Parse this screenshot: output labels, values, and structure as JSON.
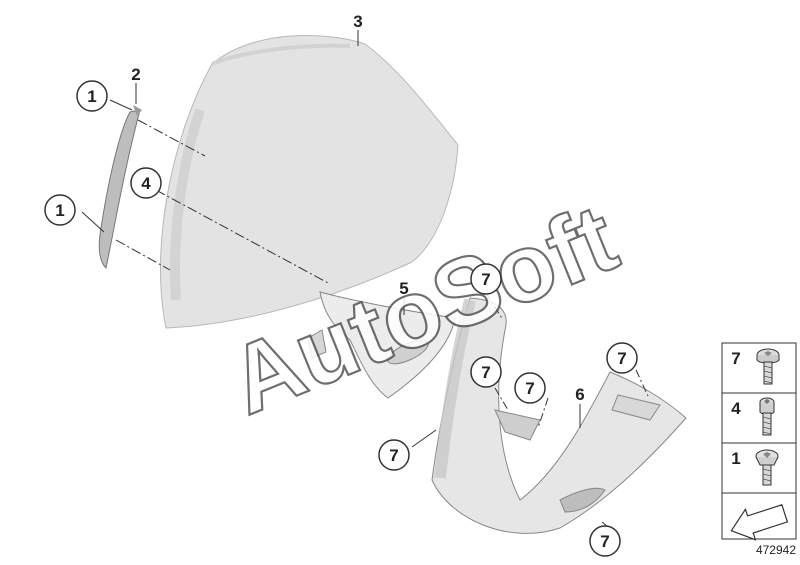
{
  "watermark": "AutoSoft",
  "document_number": "472942",
  "callouts": {
    "c1_top": "1",
    "c1_bottom": "1",
    "c2": "2",
    "c3": "3",
    "c4": "4",
    "c5": "5",
    "c6": "6",
    "c7_a": "7",
    "c7_b": "7",
    "c7_c": "7",
    "c7_d": "7",
    "c7_e": "7",
    "c7_f": "7"
  },
  "legend": {
    "items": [
      {
        "label": "7",
        "icon": "pan-head-torx-screw-icon"
      },
      {
        "label": "4",
        "icon": "socket-cap-screw-icon"
      },
      {
        "label": "1",
        "icon": "flat-torx-screw-icon"
      }
    ],
    "arrow_icon": "direction-arrow-icon"
  },
  "colors": {
    "line": "#333333",
    "part_fill": "#e6e6e6",
    "part_shade": "#c9c9c9",
    "windshield": "#e3e3e3"
  }
}
